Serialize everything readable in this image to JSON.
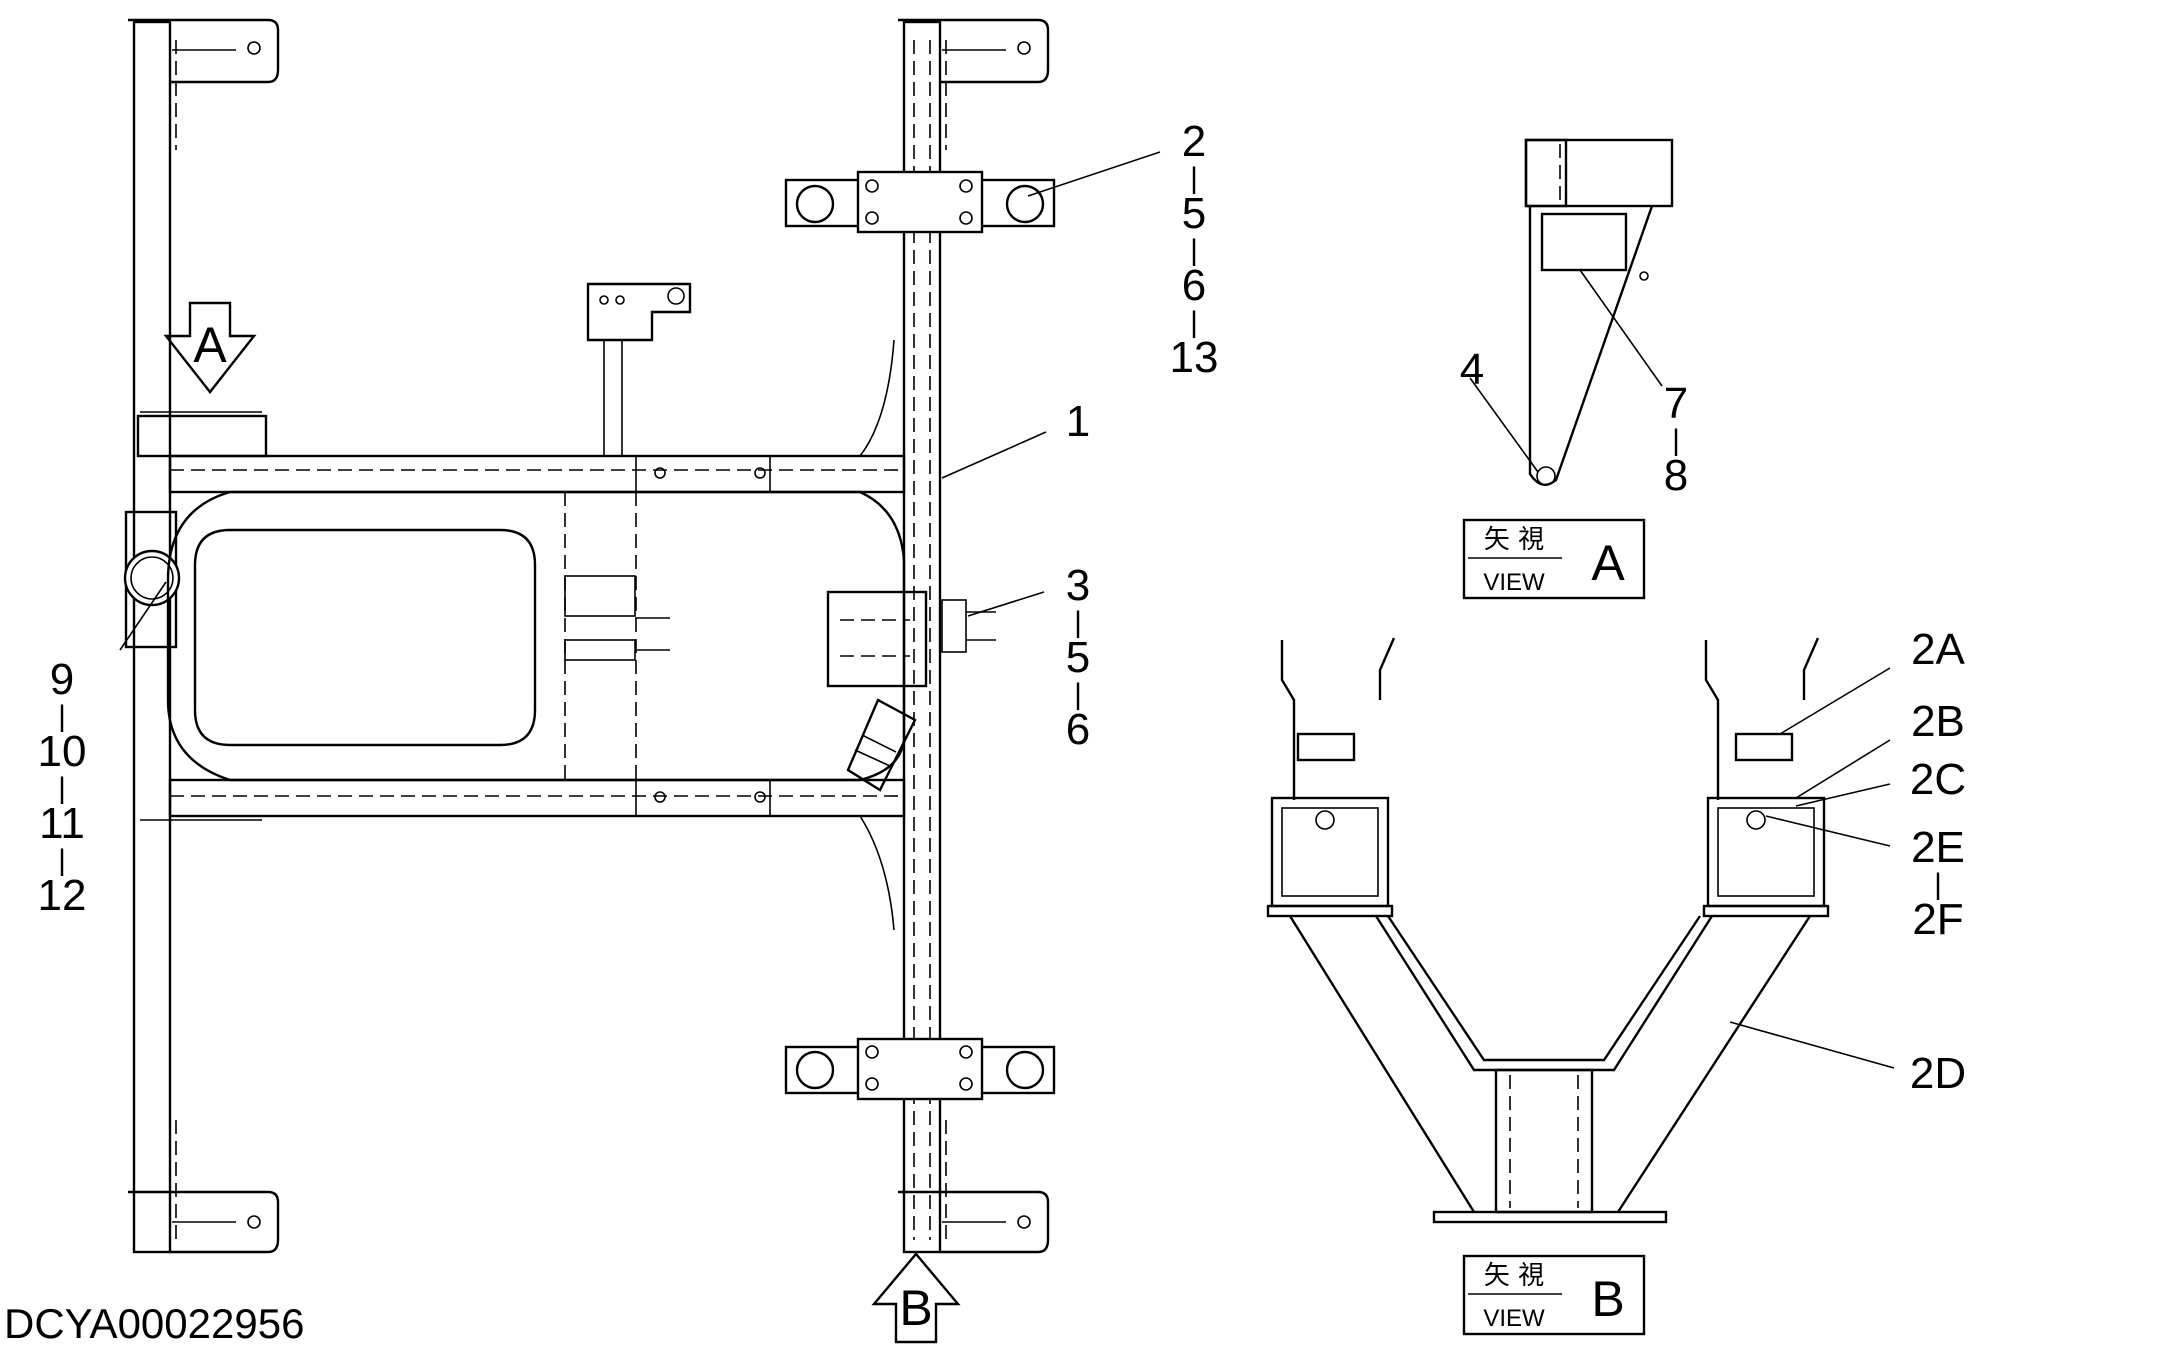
{
  "drawing_code": "DCYA00022956",
  "callouts": {
    "c1": [
      "1"
    ],
    "c2": [
      "2",
      "5",
      "6",
      "13"
    ],
    "c3": [
      "3",
      "5",
      "6"
    ],
    "c4": [
      "4"
    ],
    "c7": [
      "7",
      "8"
    ],
    "c9": [
      "9",
      "10",
      "11",
      "12"
    ],
    "c2A": [
      "2A"
    ],
    "c2B": [
      "2B"
    ],
    "c2C": [
      "2C"
    ],
    "c2E": [
      "2E",
      "2F"
    ],
    "c2D": [
      "2D"
    ]
  },
  "separator": "|",
  "view_arrows": {
    "a": "A",
    "b": "B"
  },
  "view_boxes": {
    "a": {
      "jp": "矢 視",
      "en": "VIEW",
      "letter": "A"
    },
    "b": {
      "jp": "矢 視",
      "en": "VIEW",
      "letter": "B"
    }
  }
}
